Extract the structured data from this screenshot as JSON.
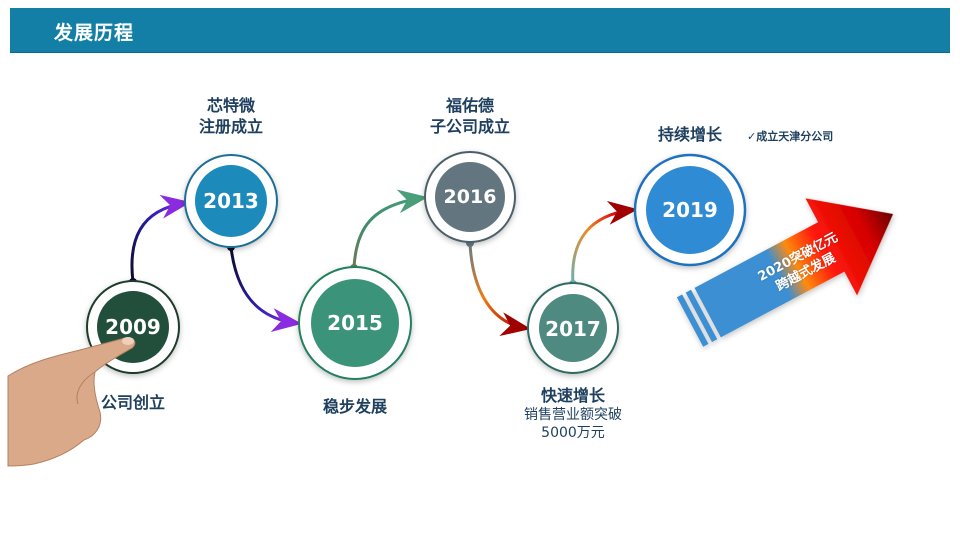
{
  "header": {
    "title": "发展历程",
    "color": "#137fa6"
  },
  "milestones": [
    {
      "year": "2009",
      "title": "公司创立",
      "color": "#23503a"
    },
    {
      "year": "2013",
      "title_line1": "芯特微",
      "title_line2": "注册成立",
      "color": "#1a8bbb"
    },
    {
      "year": "2015",
      "title": "稳步发展",
      "color": "#3a9479"
    },
    {
      "year": "2016",
      "title_line1": "福佑德",
      "title_line2": "子公司成立",
      "color": "#637680"
    },
    {
      "year": "2017",
      "title": "快速增长",
      "sub_line1": "销售营业额突破",
      "sub_line2": "5000万元",
      "color": "#4f8a80"
    },
    {
      "year": "2019",
      "title": "持续增长",
      "note": "✓成立天津分公司",
      "color": "#2f8bd4"
    }
  ],
  "big_arrow": {
    "line1": "2020突破亿元",
    "line2": "跨越式发展"
  }
}
